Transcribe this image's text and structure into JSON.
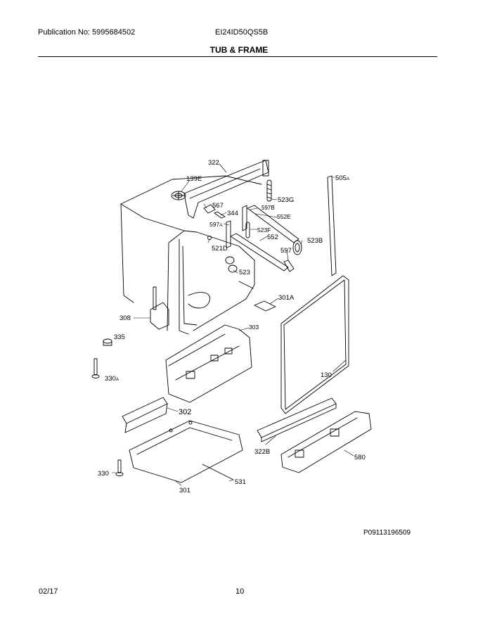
{
  "header": {
    "publication": "Publication No: 5995684502",
    "model": "EI24ID50QS5B",
    "section_title": "TUB & FRAME"
  },
  "parts": [
    {
      "id": "322"
    },
    {
      "id": "139E"
    },
    {
      "id": "567"
    },
    {
      "id": "344"
    },
    {
      "id": "597B"
    },
    {
      "id": "523G"
    },
    {
      "id": "505",
      "suffix": "A"
    },
    {
      "id": "552E"
    },
    {
      "id": "597",
      "suffix": "A"
    },
    {
      "id": "523F"
    },
    {
      "id": "552"
    },
    {
      "id": "523B"
    },
    {
      "id": "521D"
    },
    {
      "id": "597"
    },
    {
      "id": "523"
    },
    {
      "id": "301A"
    },
    {
      "id": "308"
    },
    {
      "id": "303"
    },
    {
      "id": "335"
    },
    {
      "id": "130"
    },
    {
      "id": "330",
      "suffix": "A"
    },
    {
      "id": "302"
    },
    {
      "id": "322B"
    },
    {
      "id": "580"
    },
    {
      "id": "330"
    },
    {
      "id": "531"
    },
    {
      "id": "301"
    }
  ],
  "footer": {
    "diagram_ref": "P09113196509",
    "date": "02/17",
    "page": "10"
  }
}
